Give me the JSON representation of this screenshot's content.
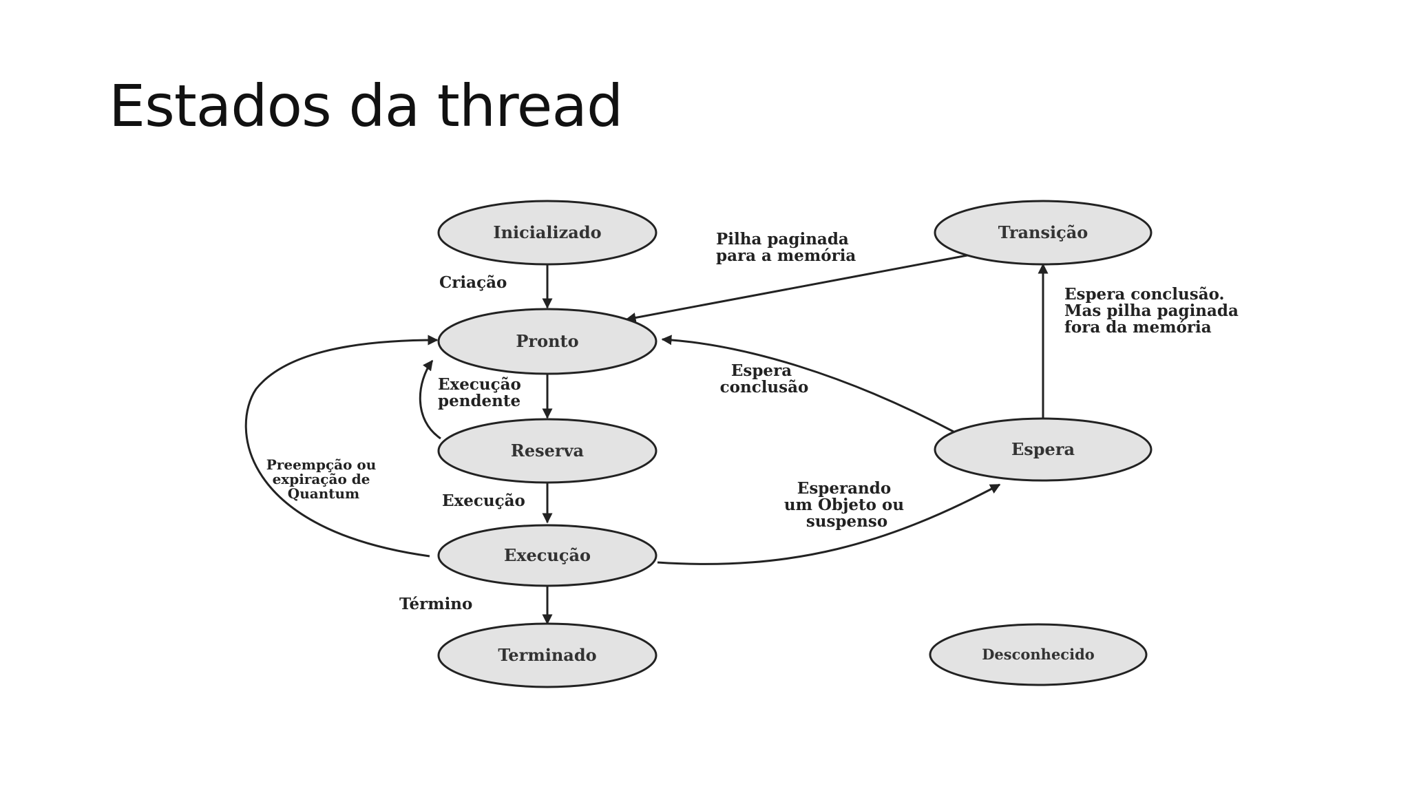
{
  "slide": {
    "title": "Estados da thread"
  },
  "diagram": {
    "nodes": {
      "inicializado": "Inicializado",
      "pronto": "Pronto",
      "reserva": "Reserva",
      "execucao": "Execução",
      "terminado": "Terminado",
      "transicao": "Transição",
      "espera": "Espera",
      "desconhecido": "Desconhecido"
    },
    "edges": {
      "criacao": "Criação",
      "execucao_pendente": [
        "Execução",
        "pendente"
      ],
      "execucao": "Execução",
      "termino": "Término",
      "preempcao": [
        "Preempção ou",
        "expiração de",
        "Quantum"
      ],
      "pilha_paginada": [
        "Pilha paginada",
        "para a memória"
      ],
      "espera_conclusao": [
        "Espera",
        "conclusão"
      ],
      "esperando_objeto": [
        "Esperando",
        "um Objeto ou",
        "suspenso"
      ],
      "espera_conclusao_mas": [
        "Espera conclusão.",
        "Mas pilha paginada",
        "fora da memória"
      ]
    }
  }
}
